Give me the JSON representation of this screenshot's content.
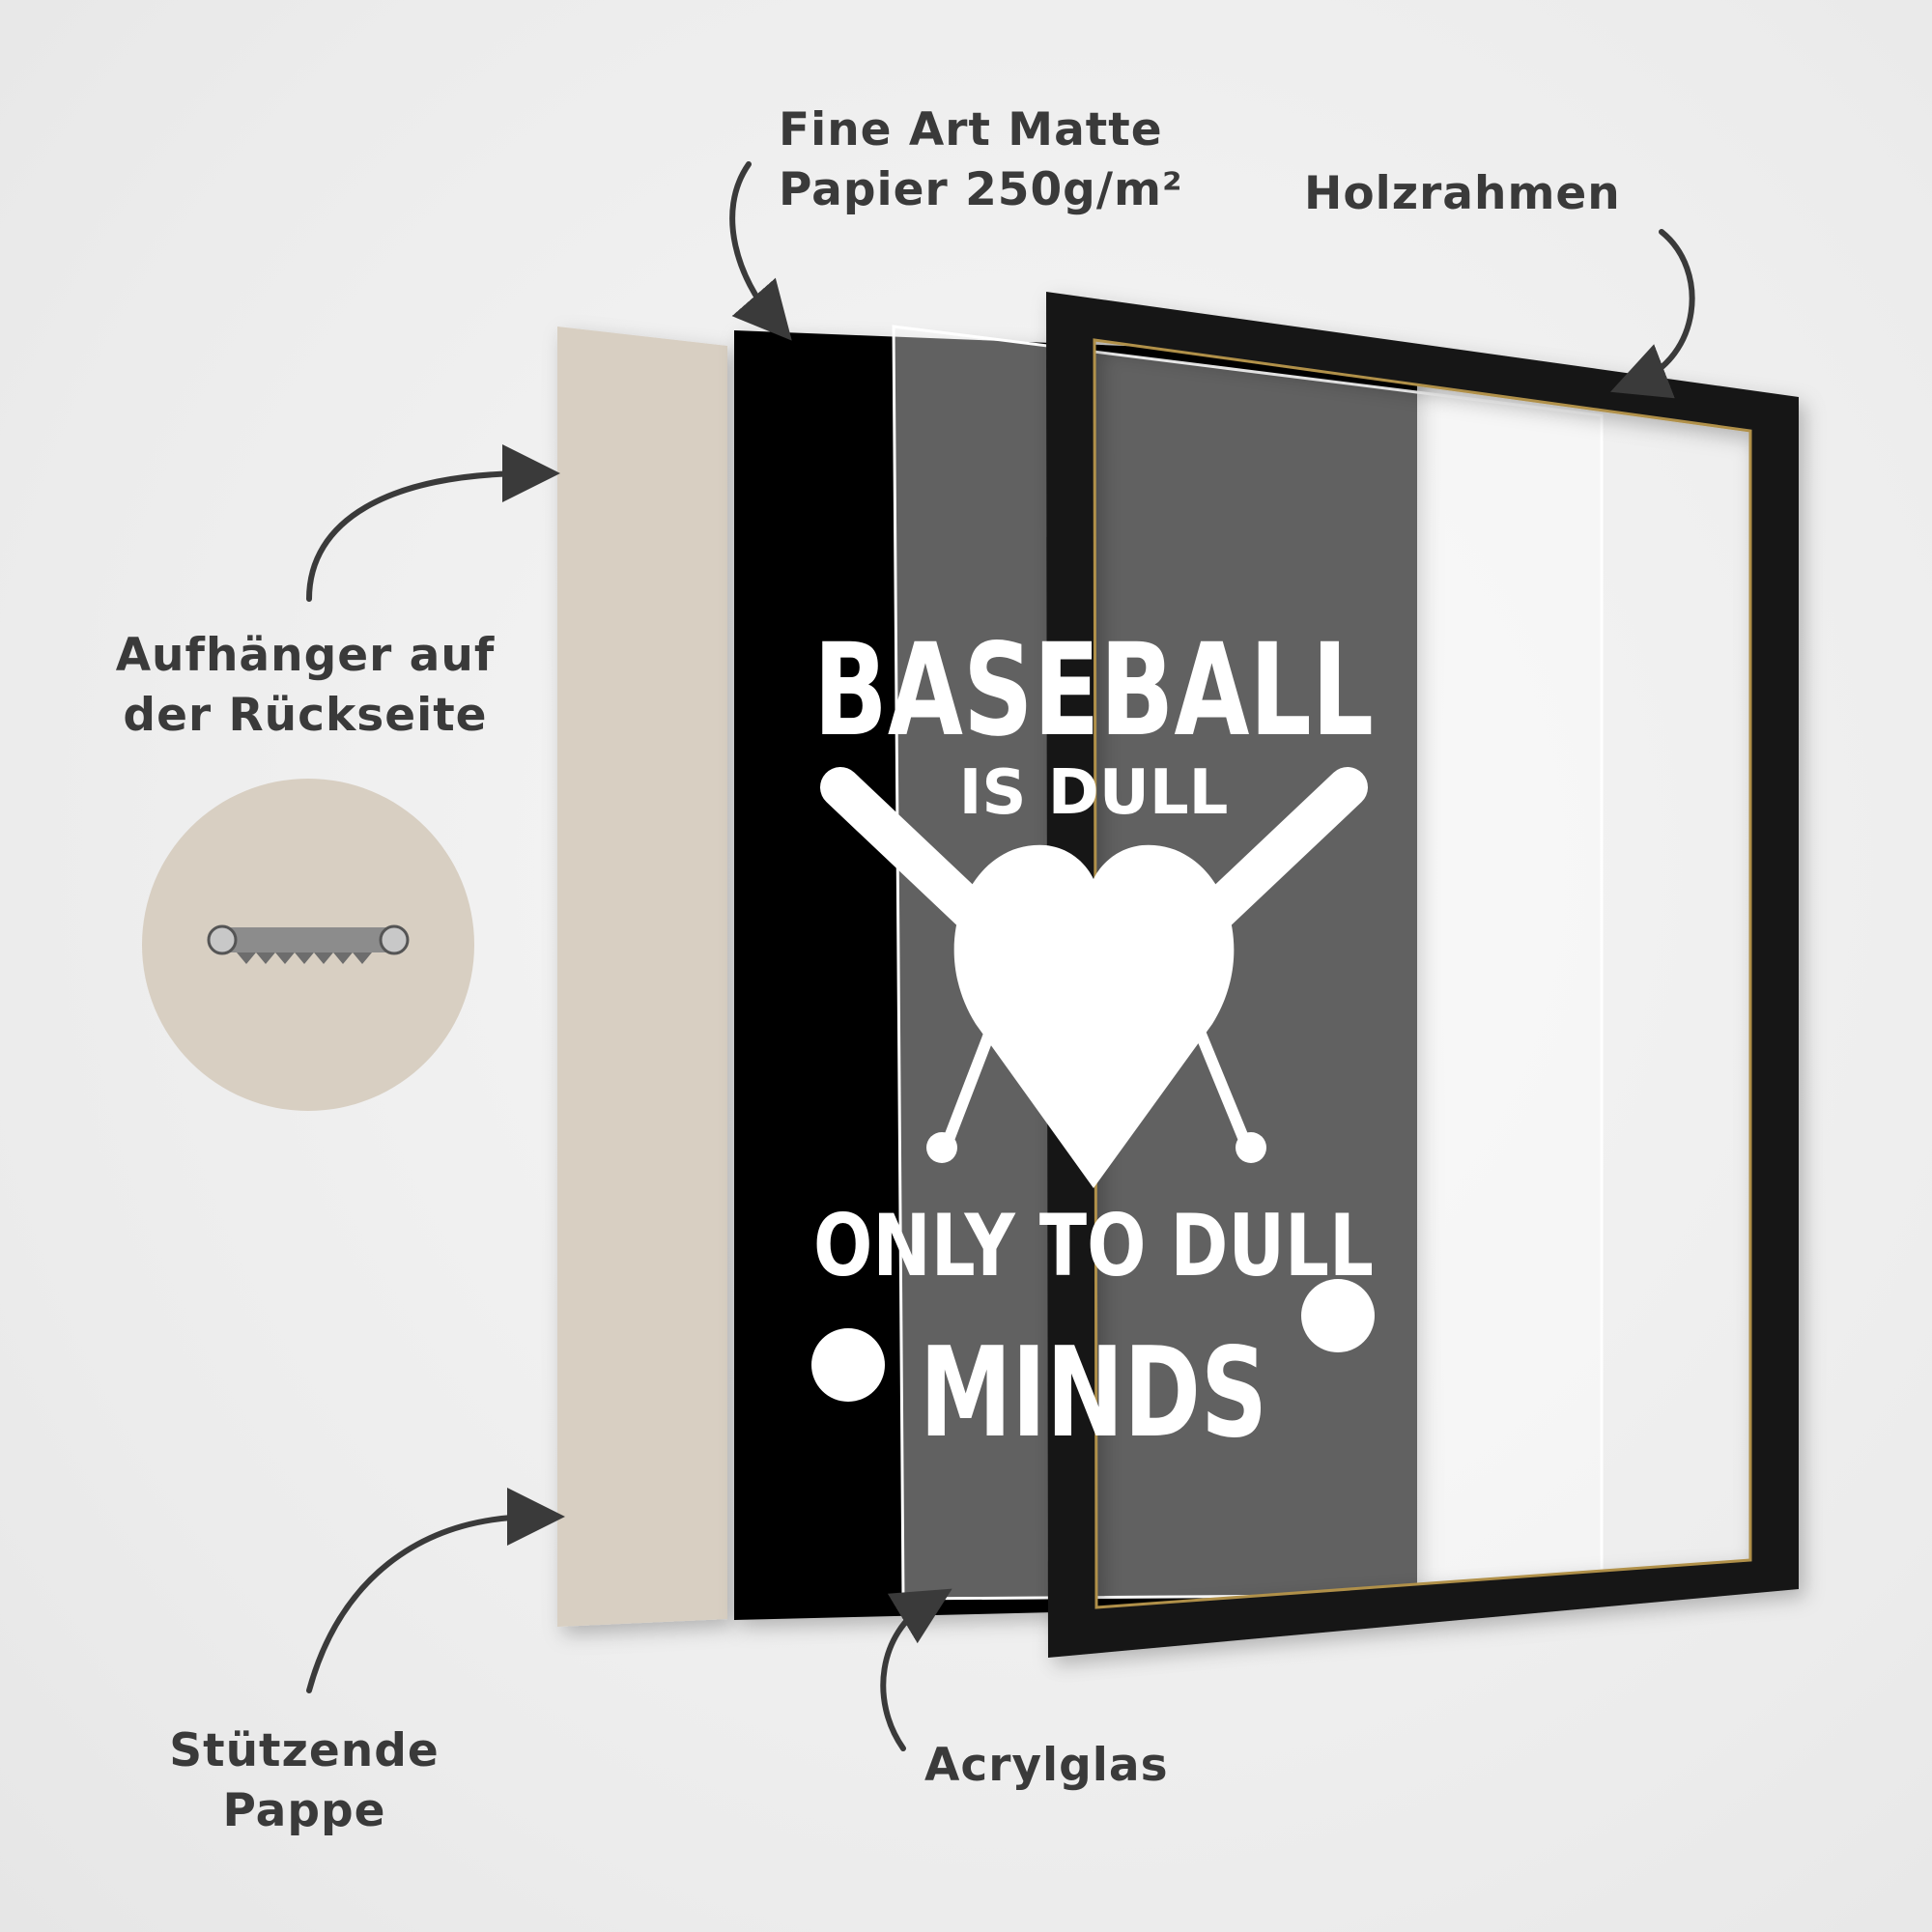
{
  "labels": {
    "paper_line1": "Fine Art Matte",
    "paper_line2": "Papier 250g/m²",
    "frame": "Holzrahmen",
    "hanger_line1": "Aufhänger auf",
    "hanger_line2": "der Rückseite",
    "backing_line1": "Stützende",
    "backing_line2": "Pappe",
    "glass": "Acrylglas"
  },
  "poster": {
    "line1": "BASEBALL",
    "line2": "IS DULL",
    "line3": "ONLY TO DULL",
    "line4": "MINDS"
  },
  "colors": {
    "background": "#eeeeef",
    "cardboard": "#d8cfc2",
    "poster": "#000000",
    "frame": "#151515",
    "label_text": "#3a3a3a"
  }
}
